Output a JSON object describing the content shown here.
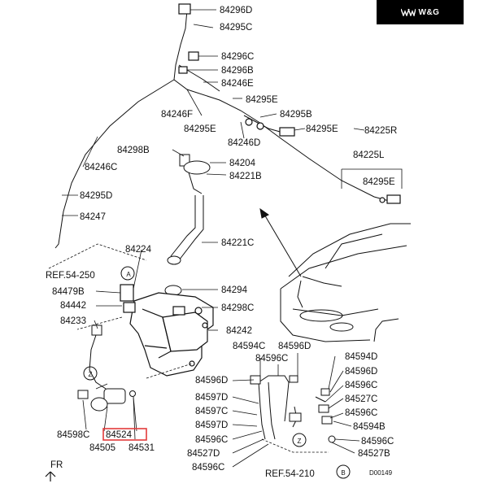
{
  "brand": {
    "text": "W&G",
    "icon": "wg-logo-icon"
  },
  "diagram_code": "D00149",
  "direction_marker": "FR",
  "part_labels": {
    "p84296D": "84296D",
    "p84295C": "84295C",
    "p84296C": "84296C",
    "p84296B": "84296B",
    "p84246E": "84246E",
    "p84295E_a": "84295E",
    "p84246F": "84246F",
    "p84295B": "84295B",
    "p84295E_b": "84295E",
    "p84225R": "84225R",
    "p84295E_c": "84295E",
    "p84246D": "84246D",
    "p84298B": "84298B",
    "p84204": "84204",
    "p84221B": "84221B",
    "p84246C": "84246C",
    "p84225L": "84225L",
    "p84295E_d": "84295E",
    "p84295D": "84295D",
    "p84247": "84247",
    "p84224": "84224",
    "p84221C": "84221C",
    "p84479B": "84479B",
    "p84294": "84294",
    "p84442": "84442",
    "p84298C": "84298C",
    "p84233": "84233",
    "p84242": "84242",
    "p84594C": "84594C",
    "p84596D_a": "84596D",
    "p84596C_a": "84596C",
    "p84594D": "84594D",
    "p84596D_b": "84596D",
    "p84596D_c": "84596D",
    "p84596C_b": "84596C",
    "p84597D_a": "84597D",
    "p84527C": "84527C",
    "p84597C": "84597C",
    "p84596C_c": "84596C",
    "p84597D_b": "84597D",
    "p84594B": "84594B",
    "p84598C": "84598C",
    "p84524": "84524",
    "p84596C_d": "84596C",
    "p84596C_e": "84596C",
    "p84505": "84505",
    "p84531": "84531",
    "p84527D": "84527D",
    "p84527B": "84527B",
    "p84596C_f": "84596C"
  },
  "references": {
    "ref_top": "REF.54-250",
    "ref_bottom": "REF.54-210"
  },
  "callouts": {
    "a": "A",
    "b": "B",
    "z1": "Z",
    "z2": "Z"
  },
  "highlight_color": "#e23b3b",
  "line_color": "#111111"
}
